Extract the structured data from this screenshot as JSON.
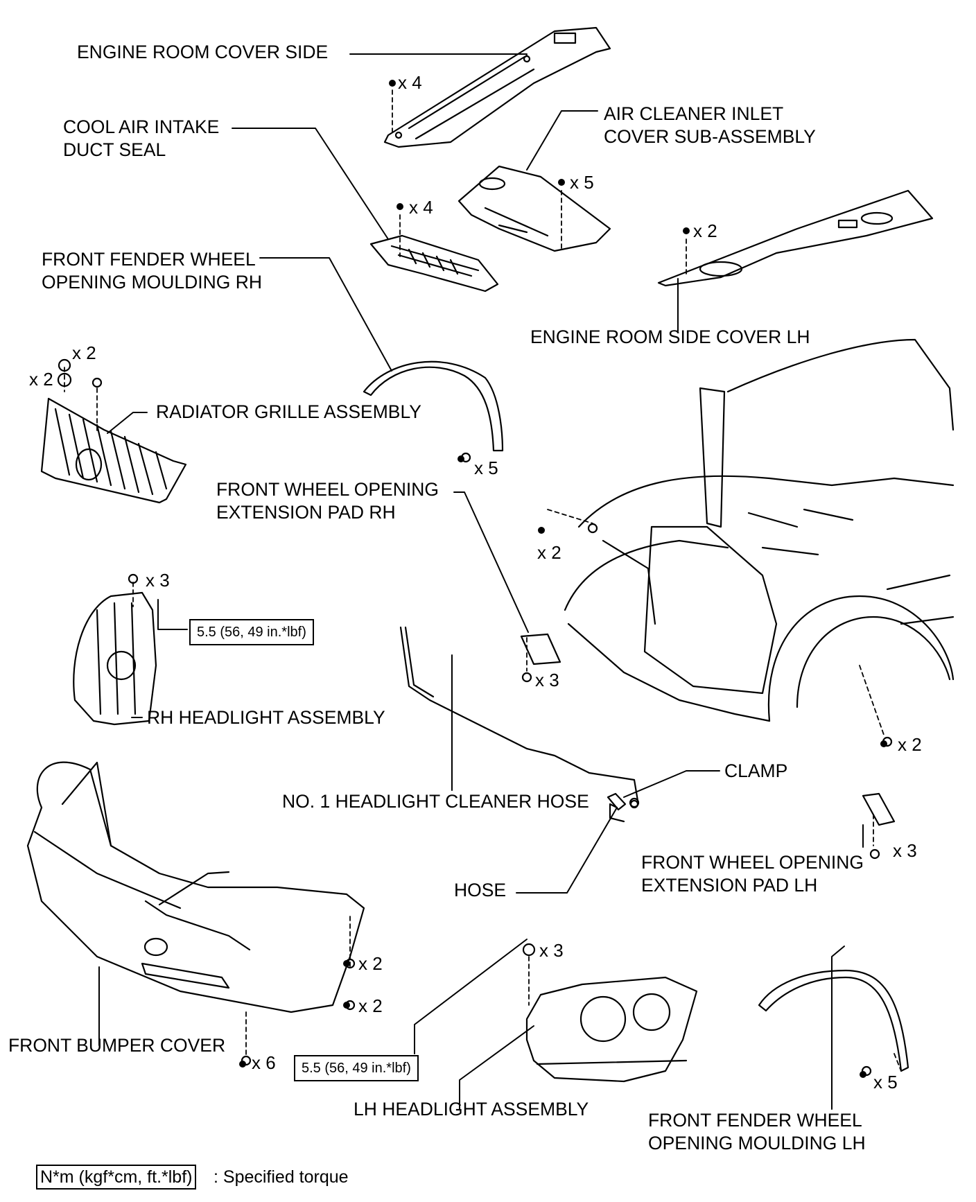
{
  "labels": {
    "engine_room_cover_side": "ENGINE ROOM COVER SIDE",
    "cool_air_intake_1": "COOL AIR INTAKE",
    "cool_air_intake_2": "DUCT SEAL",
    "air_cleaner_1": "AIR CLEANER INLET",
    "air_cleaner_2": "COVER SUB-ASSEMBLY",
    "fender_rh_1": "FRONT FENDER WHEEL",
    "fender_rh_2": "OPENING MOULDING RH",
    "engine_room_side_cover_lh": "ENGINE ROOM SIDE COVER LH",
    "radiator_grille": "RADIATOR GRILLE ASSEMBLY",
    "ext_pad_rh_1": "FRONT WHEEL OPENING",
    "ext_pad_rh_2": "EXTENSION PAD RH",
    "rh_headlight": "RH HEADLIGHT ASSEMBLY",
    "clamp": "CLAMP",
    "headlight_cleaner_hose": "NO. 1 HEADLIGHT CLEANER HOSE",
    "hose": "HOSE",
    "ext_pad_lh_1": "FRONT WHEEL OPENING",
    "ext_pad_lh_2": "EXTENSION PAD LH",
    "front_bumper_cover": "FRONT BUMPER COVER",
    "lh_headlight": "LH HEADLIGHT ASSEMBLY",
    "fender_lh_1": "FRONT FENDER WHEEL",
    "fender_lh_2": "OPENING MOULDING LH"
  },
  "quantities": {
    "q_engine_cover_side": "x 4",
    "q_cool_air": "x 4",
    "q_air_cleaner": "x 5",
    "q_engine_side_lh": "x 2",
    "q_grille_top": "x 2",
    "q_grille_left": "x 2",
    "q_fender_rh": "x 5",
    "q_body_left": "x 2",
    "q_rh_headlight": "x 3",
    "q_ext_pad_rh": "x 3",
    "q_body_wheel": "x 2",
    "q_ext_pad_lh": "x 3",
    "q_bumper_side_1": "x 2",
    "q_bumper_side_2": "x 2",
    "q_bumper_bottom": "x 6",
    "q_lh_headlight": "x 3",
    "q_fender_lh": "x 5"
  },
  "torque": {
    "rh_headlight": "5.5 (56, 49 in.*lbf)",
    "lh_headlight": "5.5 (56, 49 in.*lbf)"
  },
  "legend": {
    "box": "N*m (kgf*cm, ft.*lbf)",
    "text": ": Specified torque"
  }
}
